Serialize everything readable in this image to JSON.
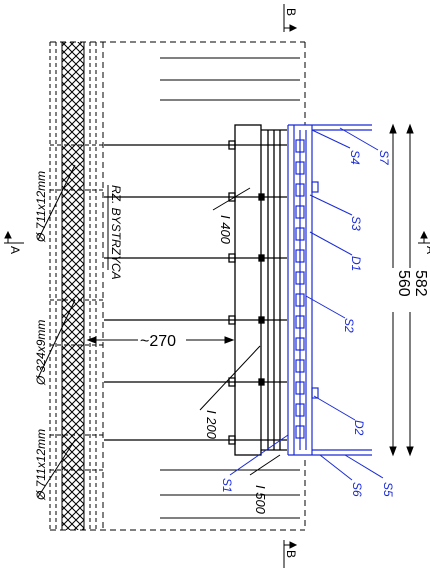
{
  "colors": {
    "ink": "#000000",
    "accent": "#1a2bd6",
    "paper": "#ffffff"
  },
  "section_marks": {
    "top": "B",
    "bottom": "B",
    "left": "A",
    "right": "A"
  },
  "piles": {
    "upper": "Ø 711x12mm",
    "middle": "Ø 324x9mm",
    "lower": "Ø 711x12mm"
  },
  "river_label": "RZ. BYSTRZYCA",
  "dimensions": {
    "spacing": "~270",
    "inner_length": "560",
    "outer_length": "582"
  },
  "beams": {
    "upper": "I 400",
    "lower": "I 200",
    "bottom": "I 500"
  },
  "blue_labels": {
    "s1": "S1",
    "s2": "S2",
    "s3": "S3",
    "s4": "S4",
    "s5": "S5",
    "s6": "S6",
    "s7": "S7",
    "d1": "D1",
    "d2": "D2"
  }
}
